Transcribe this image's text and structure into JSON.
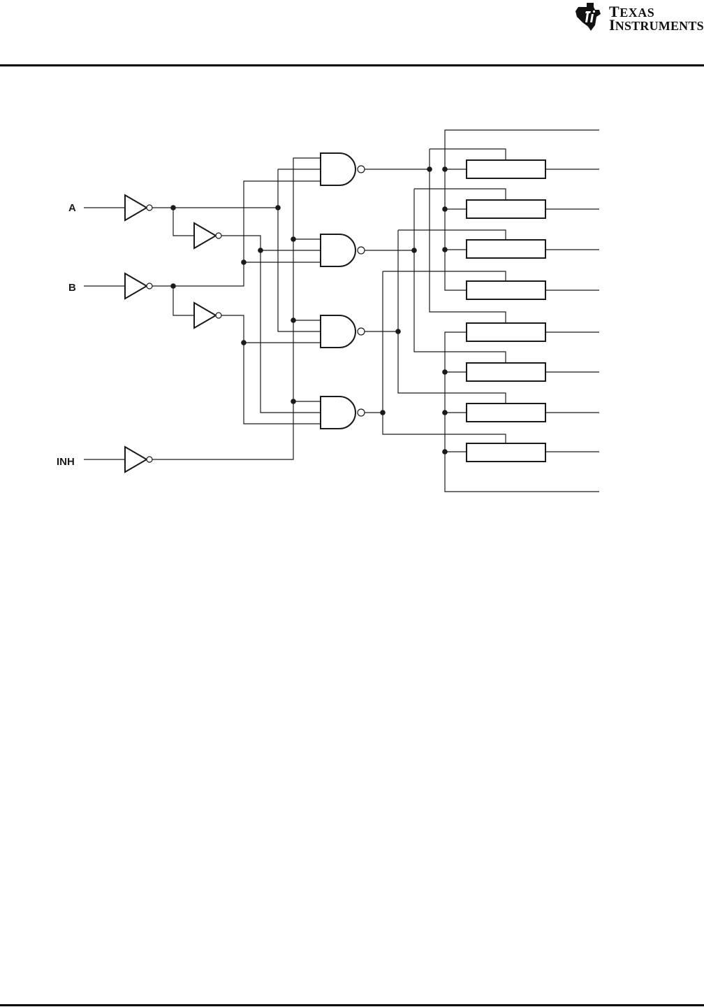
{
  "header": {
    "brand_line1": "Texas",
    "brand_line2": "Instruments",
    "logo_icon": "ti-logo-icon"
  },
  "diagram": {
    "inputs": [
      {
        "label": "A"
      },
      {
        "label": "B"
      },
      {
        "label": "INH"
      }
    ],
    "inverter_count": 5,
    "nand_gate_count": 4,
    "switch_count": 8
  }
}
